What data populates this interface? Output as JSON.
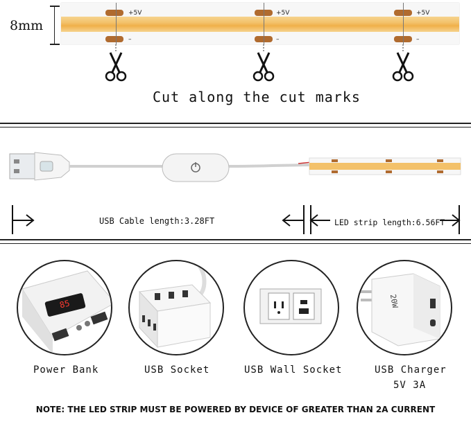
{
  "width_label": "8mm",
  "strip": {
    "plus_label": "+5V",
    "minus_label": "–"
  },
  "cut_caption": "Cut along the cut marks",
  "usb_cable_label": "USB Cable length:3.28FT",
  "led_strip_label": "LED strip length:6.56FT",
  "power_options": [
    {
      "label": "Power Bank",
      "icon": "power-bank-icon"
    },
    {
      "label": "USB Socket",
      "icon": "usb-socket-icon"
    },
    {
      "label": "USB Wall Socket",
      "icon": "wall-socket-icon"
    },
    {
      "label": "USB Charger",
      "sub": "5V 3A",
      "icon": "charger-icon"
    }
  ],
  "power_bank_display": "85",
  "charger_text": "20W",
  "note": "NOTE: THE LED STRIP MUST BE POWERED BY DEVICE OF GREATER THAN 2A CURRENT",
  "colors": {
    "led": "#f3c16a",
    "copper": "#b06b2f",
    "line": "#222222"
  }
}
